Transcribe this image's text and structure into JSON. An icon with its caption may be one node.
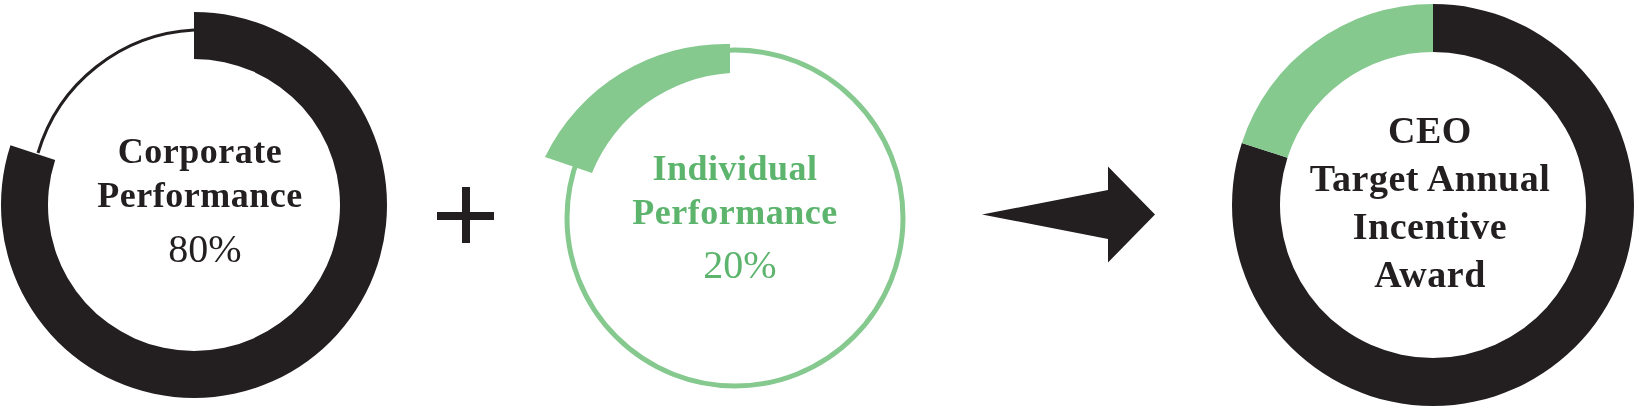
{
  "diagram": {
    "nodes": [
      {
        "text": [
          "Corporate Performance",
          "80%"
        ]
      },
      {
        "text": [
          "Individual Performance",
          "20%"
        ]
      },
      {
        "text": [
          "CEO Target Annual Incentive Award"
        ]
      }
    ],
    "edges": [
      {
        "from": 1,
        "to": 2,
        "arrow": "to"
      }
    ]
  }
}
